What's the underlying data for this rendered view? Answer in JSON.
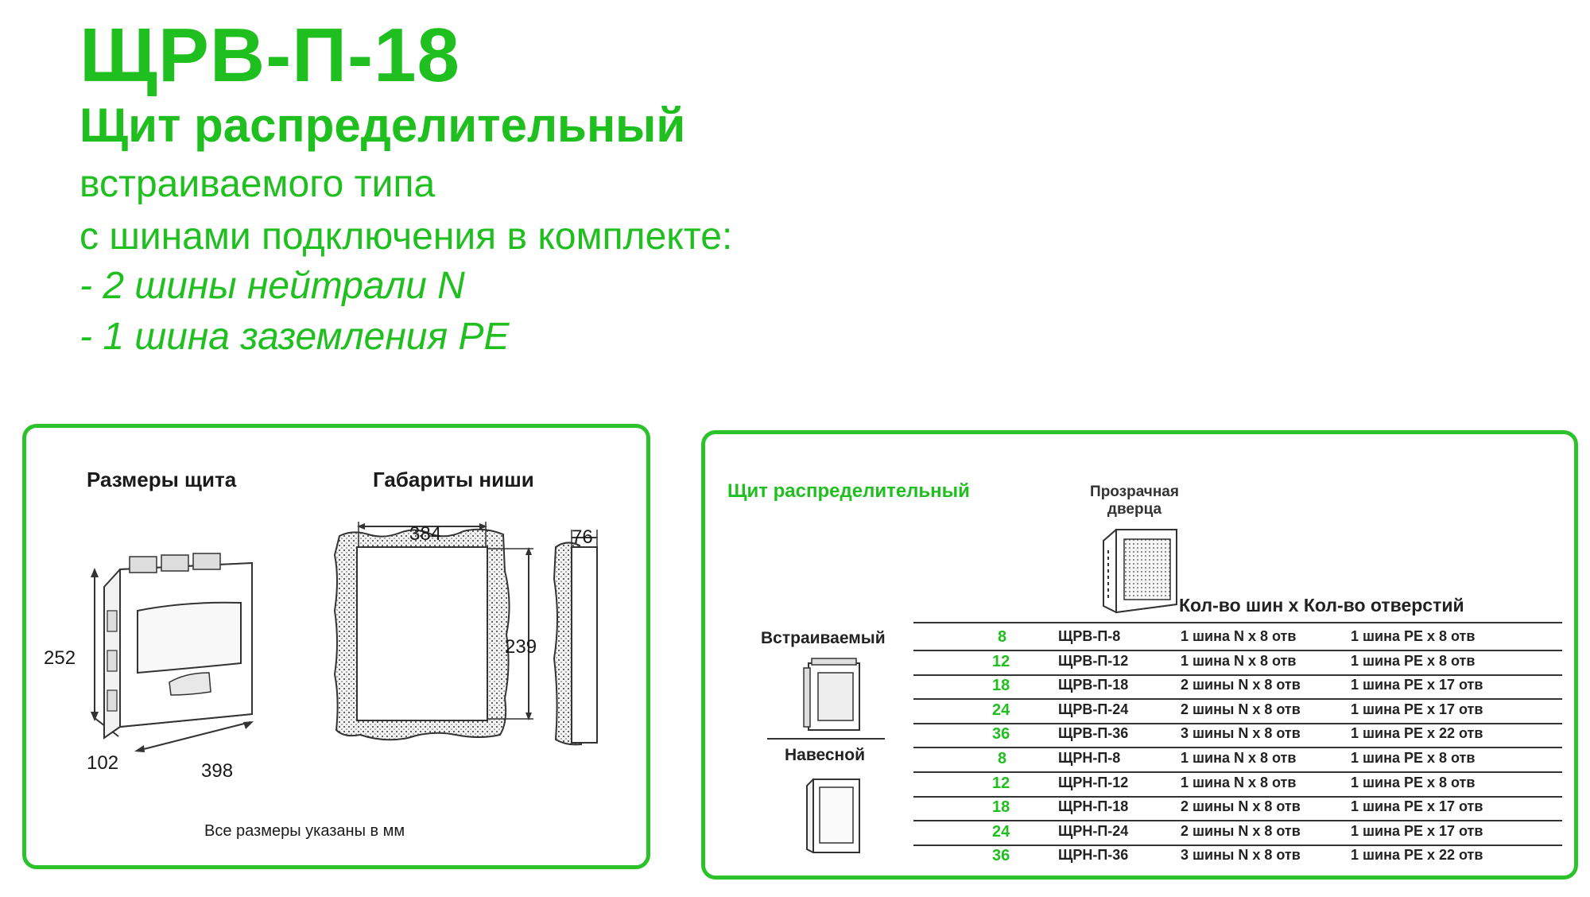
{
  "header": {
    "code": "ЩРВ-П-18",
    "title": "Щит распределительный",
    "line1": "встраиваемого типа",
    "line2": "с шинами подключения в комплекте:",
    "line3": "- 2 шины нейтрали N",
    "line4": "- 1 шина заземления PE"
  },
  "left_panel": {
    "sizes_label": "Размеры щита",
    "niche_label": "Габариты ниши",
    "dim_height": "252",
    "dim_depth": "102",
    "dim_width": "398",
    "niche_width": "384",
    "niche_height": "239",
    "niche_depth": "76",
    "note": "Все размеры указаны в мм"
  },
  "right_panel": {
    "title": "Щит распределительный",
    "door_label_1": "Прозрачная",
    "door_label_2": "дверца",
    "columns_header": "Кол-во шин x Кол-во отверстий",
    "group_builtin": "Встраиваемый",
    "group_wall": "Навесной",
    "rows": [
      {
        "n": "8",
        "model": "ЩРВ-П-8",
        "n_bars": "1 шина N x 8 отв",
        "pe_bars": "1 шина PE x 8 отв"
      },
      {
        "n": "12",
        "model": "ЩРВ-П-12",
        "n_bars": "1 шина N x 8 отв",
        "pe_bars": "1 шина PE x 8 отв"
      },
      {
        "n": "18",
        "model": "ЩРВ-П-18",
        "n_bars": "2 шины N x 8 отв",
        "pe_bars": "1 шина PE x 17 отв"
      },
      {
        "n": "24",
        "model": "ЩРВ-П-24",
        "n_bars": "2 шины N x 8 отв",
        "pe_bars": "1 шина PE x 17 отв"
      },
      {
        "n": "36",
        "model": "ЩРВ-П-36",
        "n_bars": "3 шины N x 8 отв",
        "pe_bars": "1 шина PE x 22 отв"
      },
      {
        "n": "8",
        "model": "ЩРН-П-8",
        "n_bars": "1 шина N x 8 отв",
        "pe_bars": "1 шина PE x 8 отв"
      },
      {
        "n": "12",
        "model": "ЩРН-П-12",
        "n_bars": "1 шина N x 8 отв",
        "pe_bars": "1 шина PE x 8 отв"
      },
      {
        "n": "18",
        "model": "ЩРН-П-18",
        "n_bars": "2 шины N x 8 отв",
        "pe_bars": "1 шина PE x 17 отв"
      },
      {
        "n": "24",
        "model": "ЩРН-П-24",
        "n_bars": "2 шины N x 8 отв",
        "pe_bars": "1 шина PE x 17 отв"
      },
      {
        "n": "36",
        "model": "ЩРН-П-36",
        "n_bars": "3 шины N x 8 отв",
        "pe_bars": "1 шина PE x 22 отв"
      }
    ]
  },
  "colors": {
    "accent_green": "#1fbf1f",
    "border_green": "#2cc22c"
  }
}
